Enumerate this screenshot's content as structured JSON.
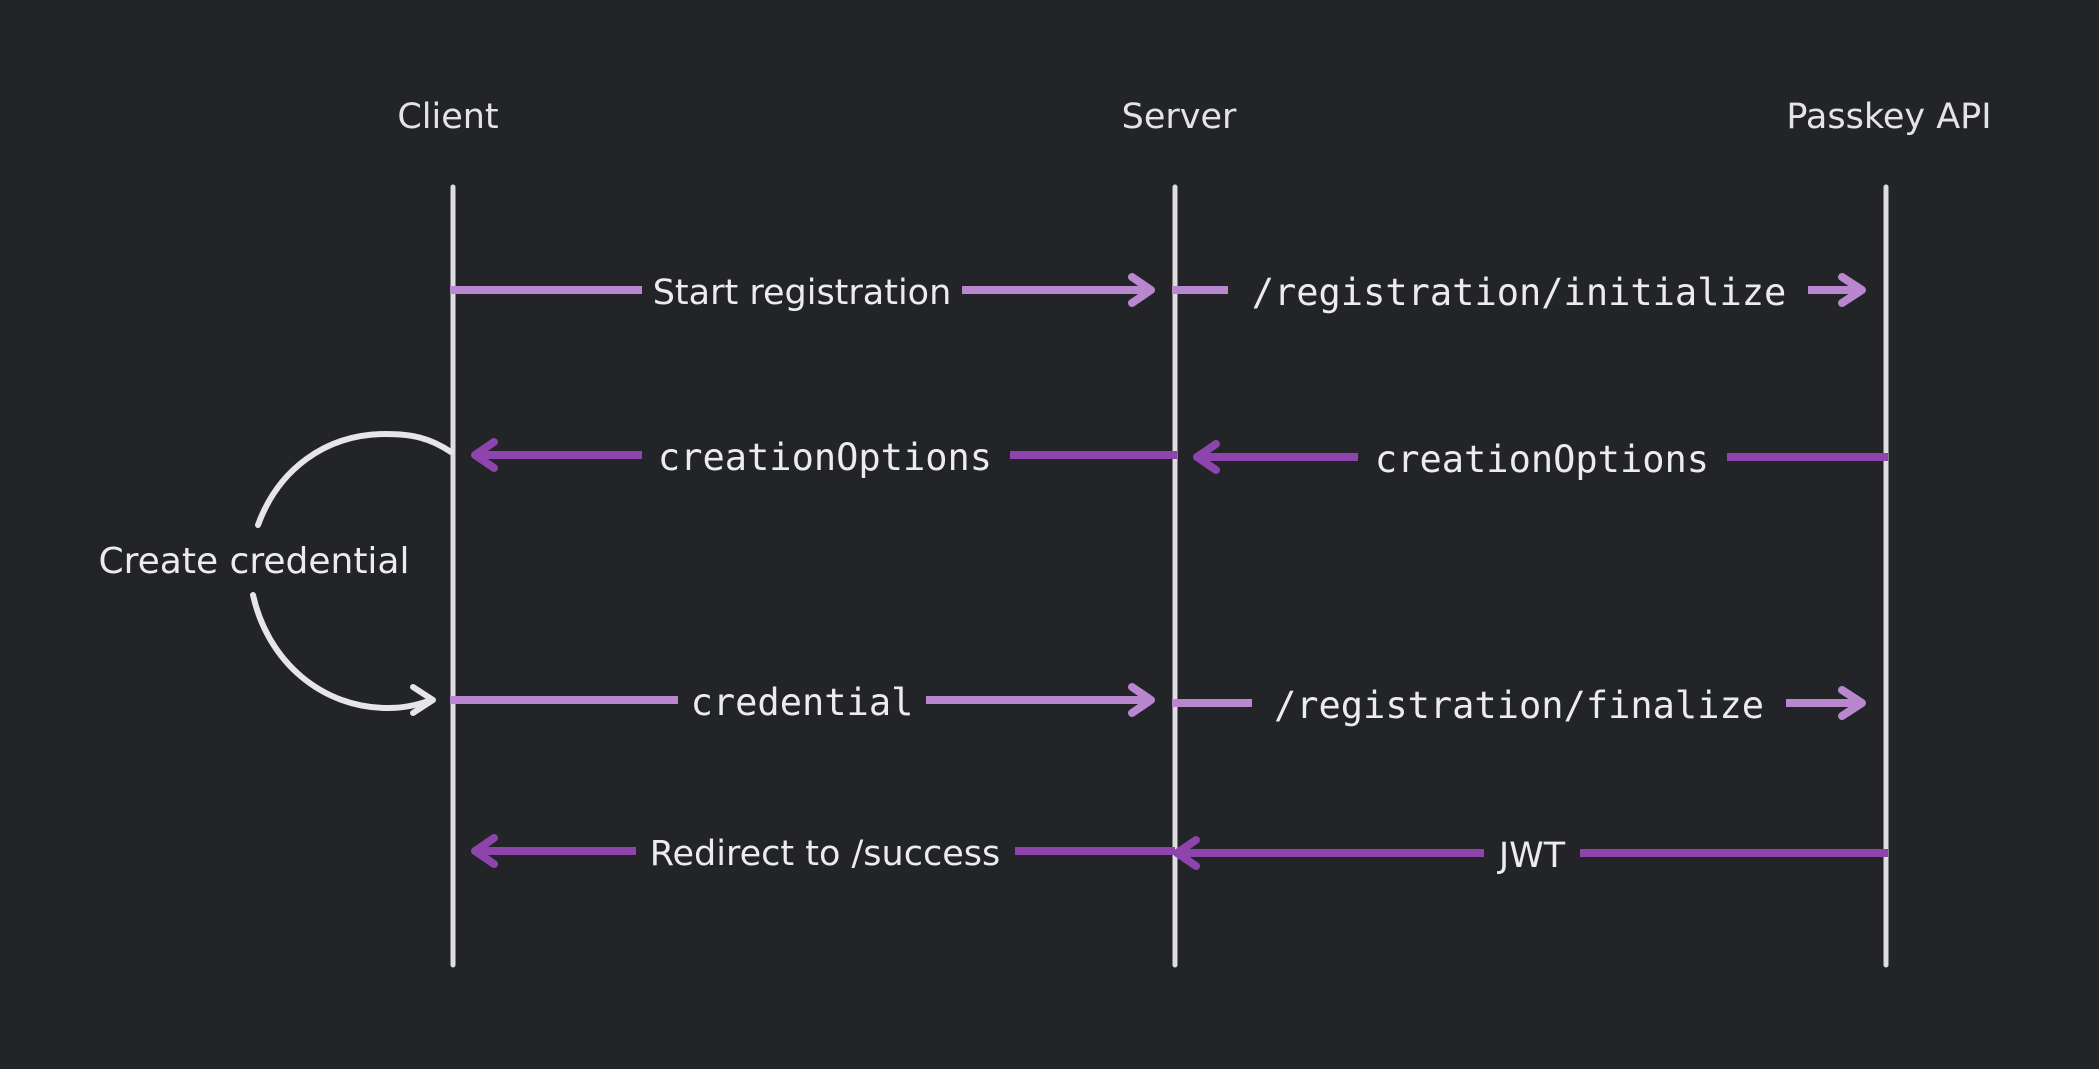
{
  "colors": {
    "background": "#222428",
    "lifeline": "#dedee0",
    "request_arrow": "#b987cf",
    "response_arrow": "#8e44ad",
    "text": "#ececee",
    "self_arrow": "#e6e6e8"
  },
  "actors": [
    {
      "id": "client",
      "label": "Client"
    },
    {
      "id": "server",
      "label": "Server"
    },
    {
      "id": "passkey_api",
      "label": "Passkey API"
    }
  ],
  "messages": [
    {
      "id": "start-registration",
      "from": "client",
      "to": "server",
      "label": "Start registration",
      "mono": false,
      "kind": "request"
    },
    {
      "id": "registration-initialize",
      "from": "server",
      "to": "passkey_api",
      "label": "/registration/initialize",
      "mono": true,
      "kind": "request"
    },
    {
      "id": "creation-options-api",
      "from": "passkey_api",
      "to": "server",
      "label": "creationOptions",
      "mono": true,
      "kind": "response"
    },
    {
      "id": "creation-options-server",
      "from": "server",
      "to": "client",
      "label": "creationOptions",
      "mono": true,
      "kind": "response"
    },
    {
      "id": "credential",
      "from": "client",
      "to": "server",
      "label": "credential",
      "mono": true,
      "kind": "request"
    },
    {
      "id": "registration-finalize",
      "from": "server",
      "to": "passkey_api",
      "label": "/registration/finalize",
      "mono": true,
      "kind": "request"
    },
    {
      "id": "jwt",
      "from": "passkey_api",
      "to": "server",
      "label": "JWT",
      "mono": false,
      "kind": "response"
    },
    {
      "id": "redirect-success",
      "from": "server",
      "to": "client",
      "label": "Redirect to /success",
      "mono": false,
      "kind": "response"
    }
  ],
  "self_action": {
    "actor": "client",
    "label": "Create credential"
  }
}
